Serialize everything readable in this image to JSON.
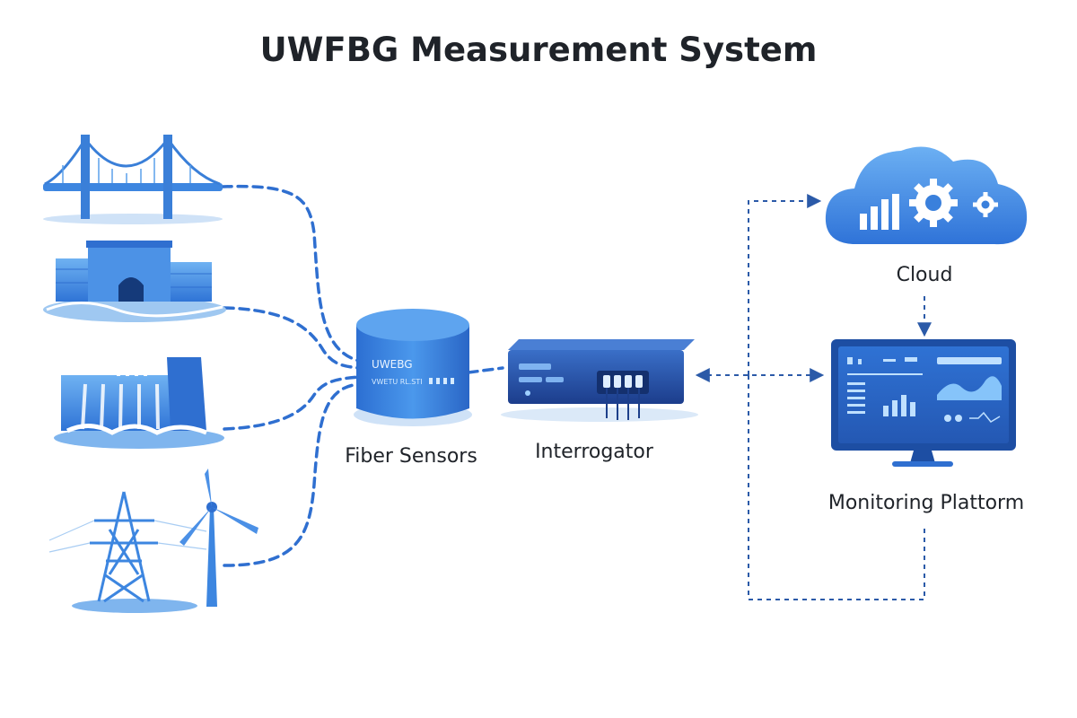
{
  "title": "UWFBG Measurement System",
  "nodes": {
    "fiber_sensors": {
      "label": "Fiber Sensors",
      "drum_text": "UWEBG",
      "drum_subtext": "VWETU RL.STI"
    },
    "interrogator": {
      "label": "Interrogator"
    },
    "cloud": {
      "label": "Cloud"
    },
    "monitoring": {
      "label": "Monitoring Plattorm"
    }
  },
  "icons": {
    "structures": [
      "bridge-icon",
      "tunnel-icon",
      "dam-icon",
      "power-tower-icon",
      "wind-turbine-icon"
    ],
    "cloud": "cloud-gear-icon",
    "monitor": "monitor-dashboard-icon",
    "device": "interrogator-device-icon",
    "drum": "fiber-drum-icon"
  },
  "colors": {
    "primary": "#2f6fd0",
    "light": "#5aa0ea",
    "dark": "#1d3f8a",
    "text": "#1f2329"
  }
}
